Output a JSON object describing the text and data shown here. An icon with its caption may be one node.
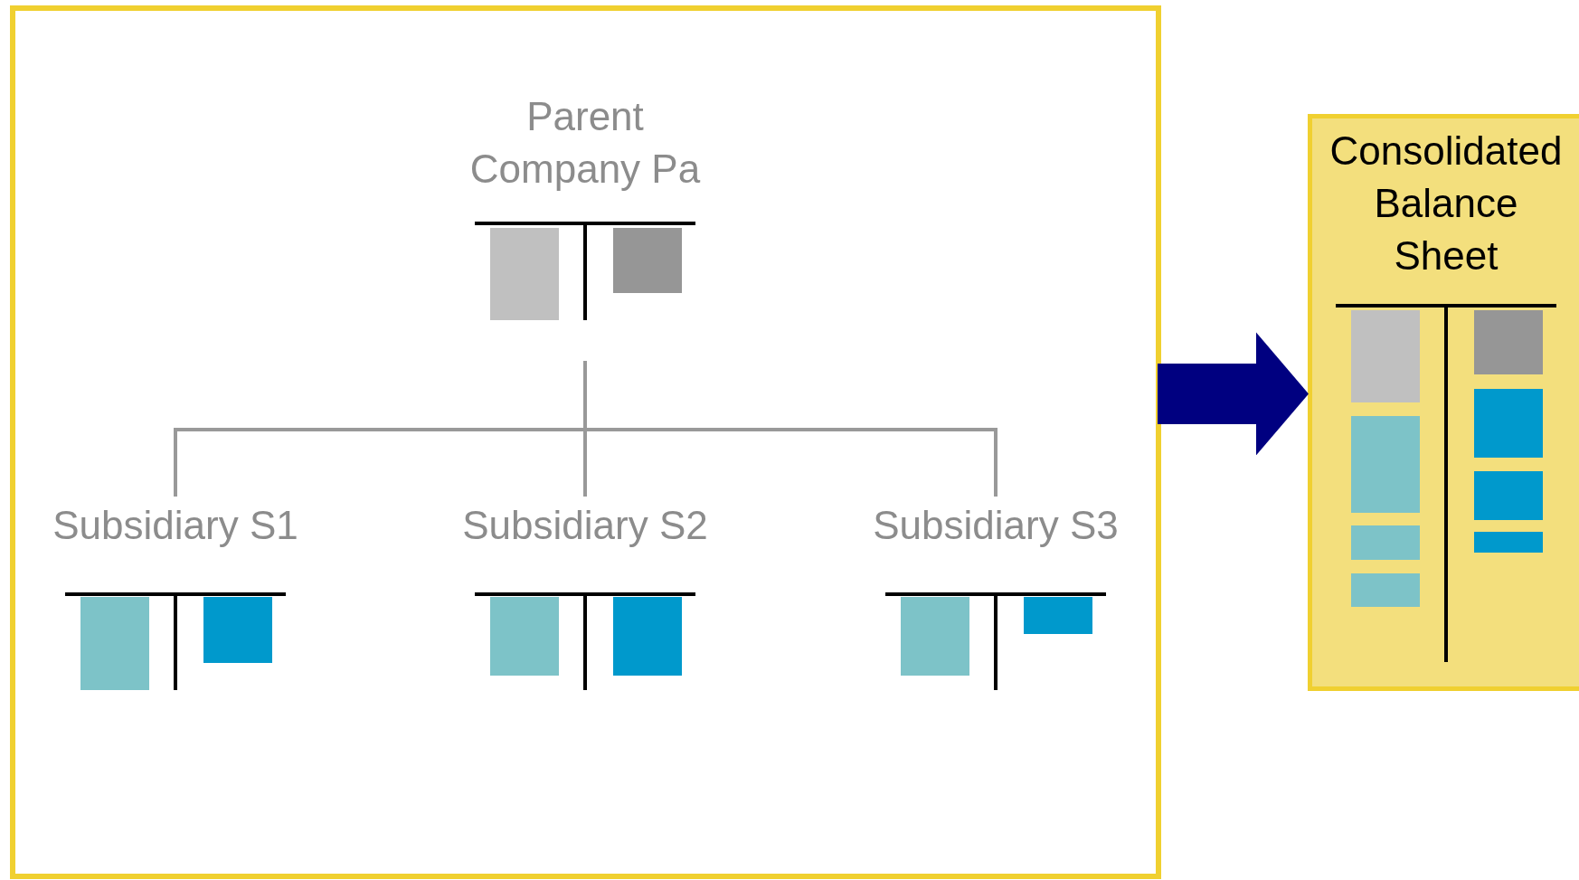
{
  "diagram": {
    "nodes": [
      {
        "text": [],
        "shape": "box"
      },
      {
        "text": [
          "Parent Company Pa"
        ],
        "in": 0
      },
      {
        "text": [
          "Subsidiary S1"
        ],
        "in": 0
      },
      {
        "text": [
          "Subsidiary S2"
        ],
        "in": 0
      },
      {
        "text": [
          "Subsidiary S3"
        ],
        "in": 0
      },
      {
        "text": [
          "Consolidated Balance Sheet"
        ]
      }
    ],
    "edges": [
      {
        "from": 1,
        "to": 2,
        "arrow": "none"
      },
      {
        "from": 1,
        "to": 3,
        "arrow": "none"
      },
      {
        "from": 1,
        "to": 4,
        "arrow": "none"
      },
      {
        "from": 0,
        "to": 5,
        "arrow": "to",
        "style": "thick",
        "color": "#000080"
      }
    ]
  }
}
